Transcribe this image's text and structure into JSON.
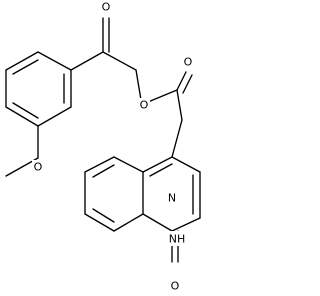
{
  "atoms": {
    "ketone_oxygen": "O",
    "ester_oxygen": "O",
    "carbonyl_oxygen": "O",
    "methoxy_oxygen": "O",
    "amide_oxygen": "O",
    "ring_nitrogen": "N",
    "ring_nh": "NH"
  }
}
